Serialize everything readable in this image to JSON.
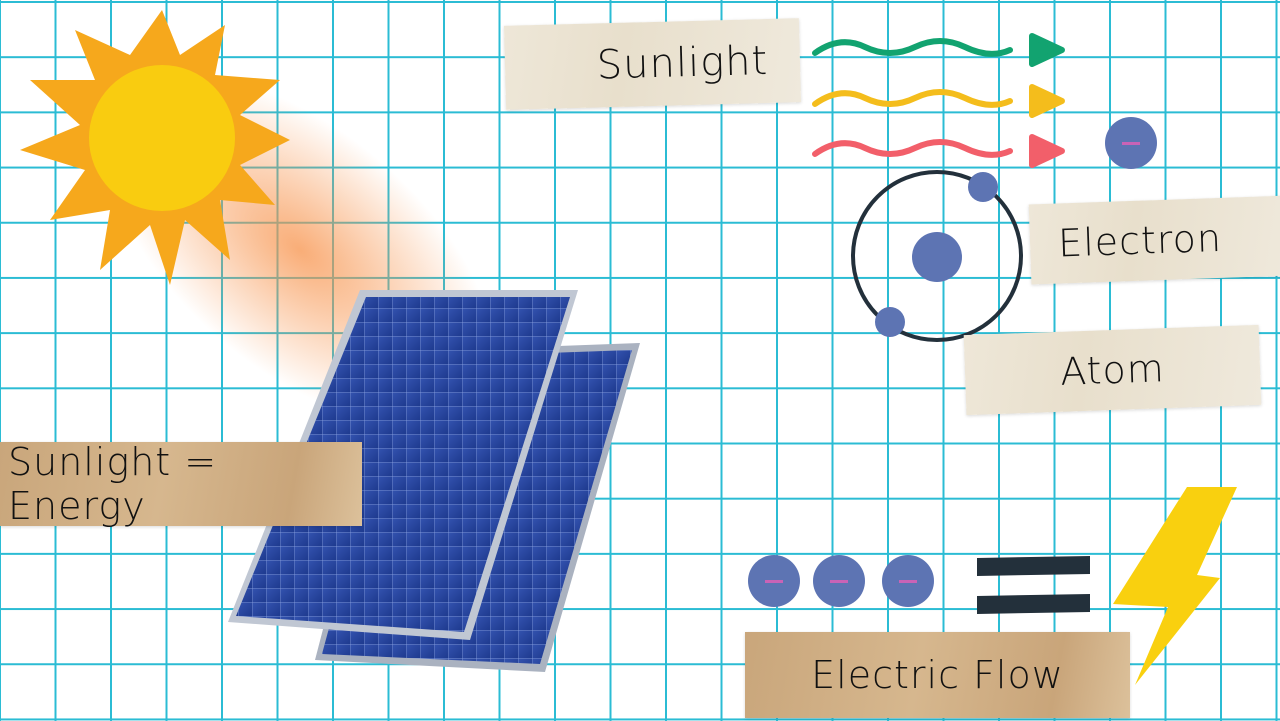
{
  "labels": {
    "sunlight": "Sunlight",
    "electron": "Electron",
    "atom": "Atom",
    "sunlight_energy": "Sunlight = Energy",
    "electric_flow": "Electric Flow"
  },
  "electron_charge_symbol": "−",
  "colors": {
    "grid": "#2bbcd4",
    "sun_rays": "#f6a81c",
    "sun_core": "#f9cc10",
    "wave_green": "#12a370",
    "wave_yellow": "#f4bd1c",
    "wave_red": "#f25f6a",
    "electron": "#5d74b3",
    "charge": "#c963b6",
    "orbit": "#23303b",
    "equals": "#23303b",
    "lightning": "#f9d00f",
    "panel": "#2a46a0"
  },
  "icons": [
    "sun-icon",
    "solar-panel-icon",
    "atom-icon",
    "lightning-icon"
  ]
}
